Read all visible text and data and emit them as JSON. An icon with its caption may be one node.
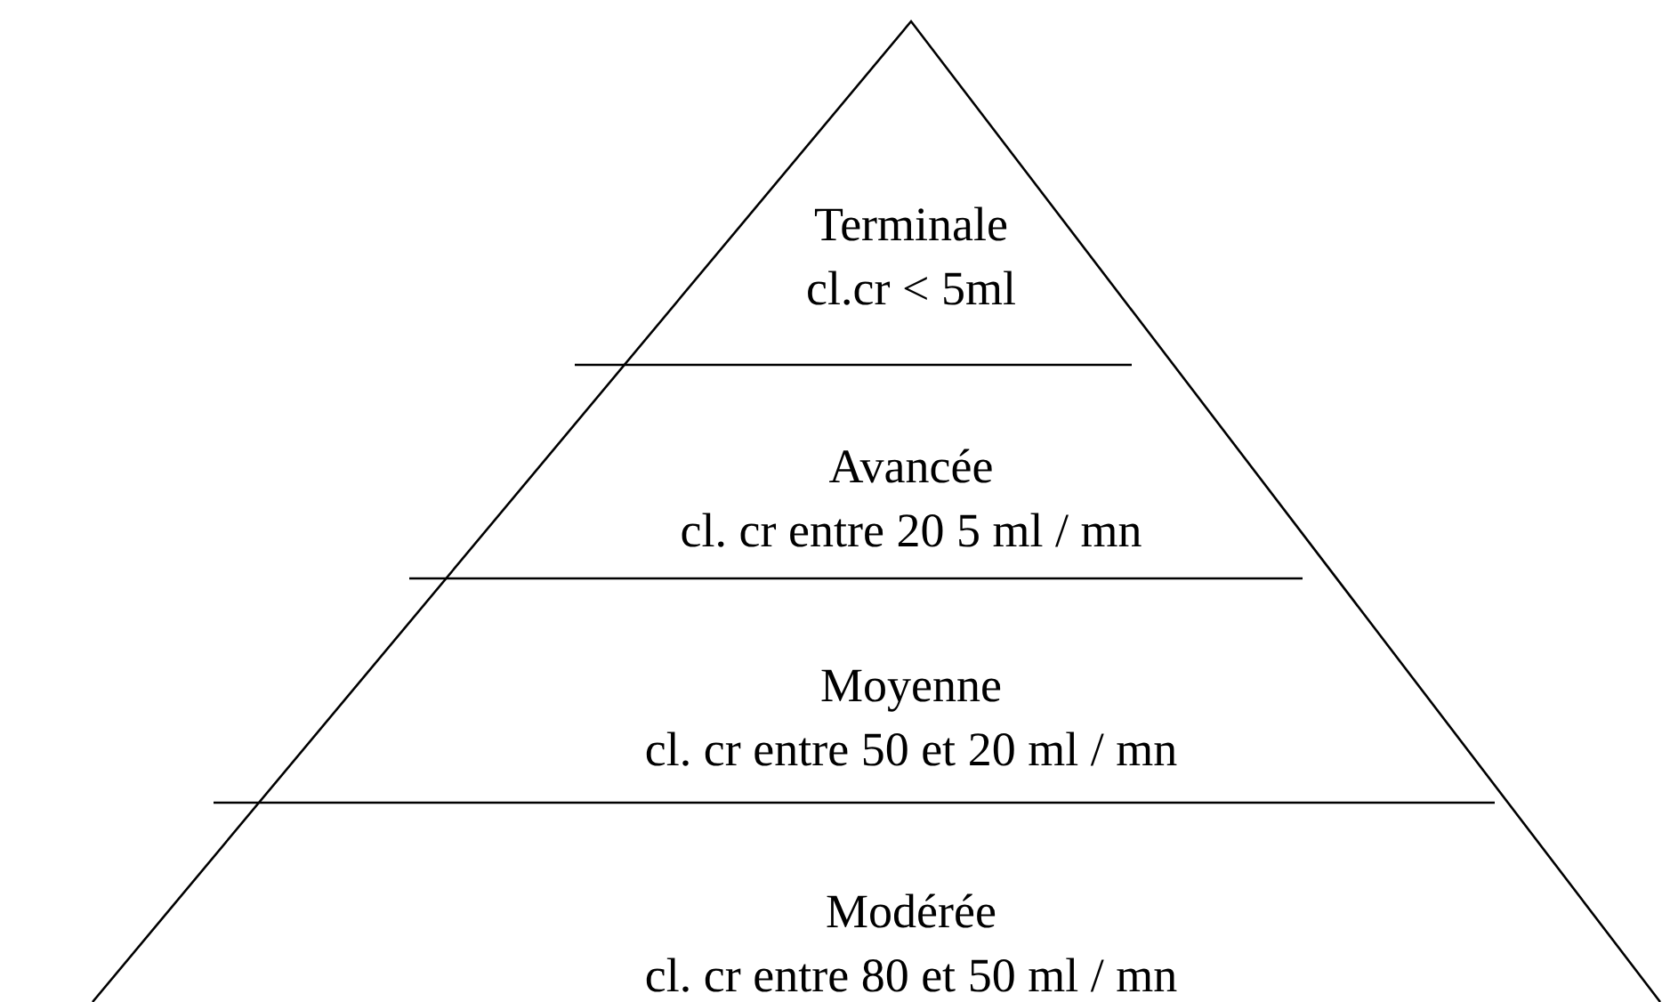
{
  "diagram": {
    "nodes": [
      {
        "text": [
          "Terminale",
          "cl.cr < 5ml"
        ]
      },
      {
        "text": [
          "Avancée",
          "cl. cr entre 20 5 ml / mn"
        ]
      },
      {
        "text": [
          "Moyenne",
          "cl. cr entre 50 et 20 ml / mn"
        ]
      },
      {
        "text": [
          "Modérée",
          "cl. cr entre 80 et 50 ml / mn"
        ]
      }
    ]
  }
}
